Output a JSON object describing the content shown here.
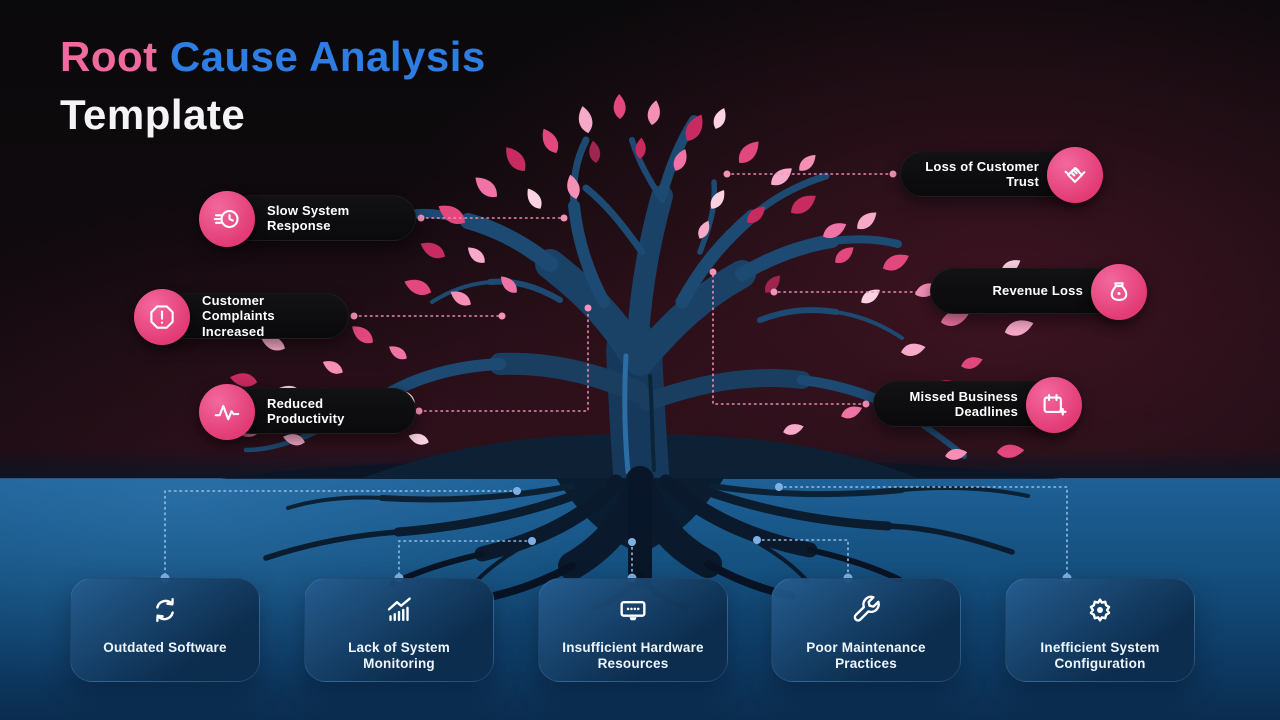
{
  "title": {
    "word1": "Root",
    "words2": "Cause Analysis",
    "line2": "Template"
  },
  "colors": {
    "title_pink": "#f0699f",
    "title_blue": "#2e7de2",
    "effect_accent": "#e8417b",
    "pill_background": "#0b0b0d",
    "bottom_background": "#155180",
    "card_background": "#15426b",
    "pink_connector": "#f492bb",
    "blue_connector": "#9cc4ec"
  },
  "effects": [
    {
      "id": "slow-system-response",
      "label": "Slow System\nResponse",
      "icon": "clock-speed-icon",
      "side": "left"
    },
    {
      "id": "customer-complaints-increased",
      "label": "Customer Complaints\nIncreased",
      "icon": "alert-octagon-icon",
      "side": "left"
    },
    {
      "id": "reduced-productivity",
      "label": "Reduced\nProductivity",
      "icon": "pulse-icon",
      "side": "left"
    },
    {
      "id": "loss-of-customer-trust",
      "label": "Loss of Customer\nTrust",
      "icon": "handshake-icon",
      "side": "right"
    },
    {
      "id": "revenue-loss",
      "label": "Revenue Loss",
      "icon": "money-bag-icon",
      "side": "right"
    },
    {
      "id": "missed-business-deadlines",
      "label": "Missed Business\nDeadlines",
      "icon": "calendar-plus-icon",
      "side": "right"
    }
  ],
  "causes": [
    {
      "id": "outdated-software",
      "label": "Outdated Software",
      "icon": "refresh-icon"
    },
    {
      "id": "lack-of-system-monitoring",
      "label": "Lack of System\nMonitoring",
      "icon": "chart-growth-icon"
    },
    {
      "id": "insufficient-hardware-resources",
      "label": "Insufficient Hardware\nResources",
      "icon": "monitor-icon"
    },
    {
      "id": "poor-maintenance-practices",
      "label": "Poor Maintenance\nPractices",
      "icon": "wrench-icon"
    },
    {
      "id": "inefficient-system-configuration",
      "label": "Inefficient System\nConfiguration",
      "icon": "gear-icon"
    }
  ]
}
